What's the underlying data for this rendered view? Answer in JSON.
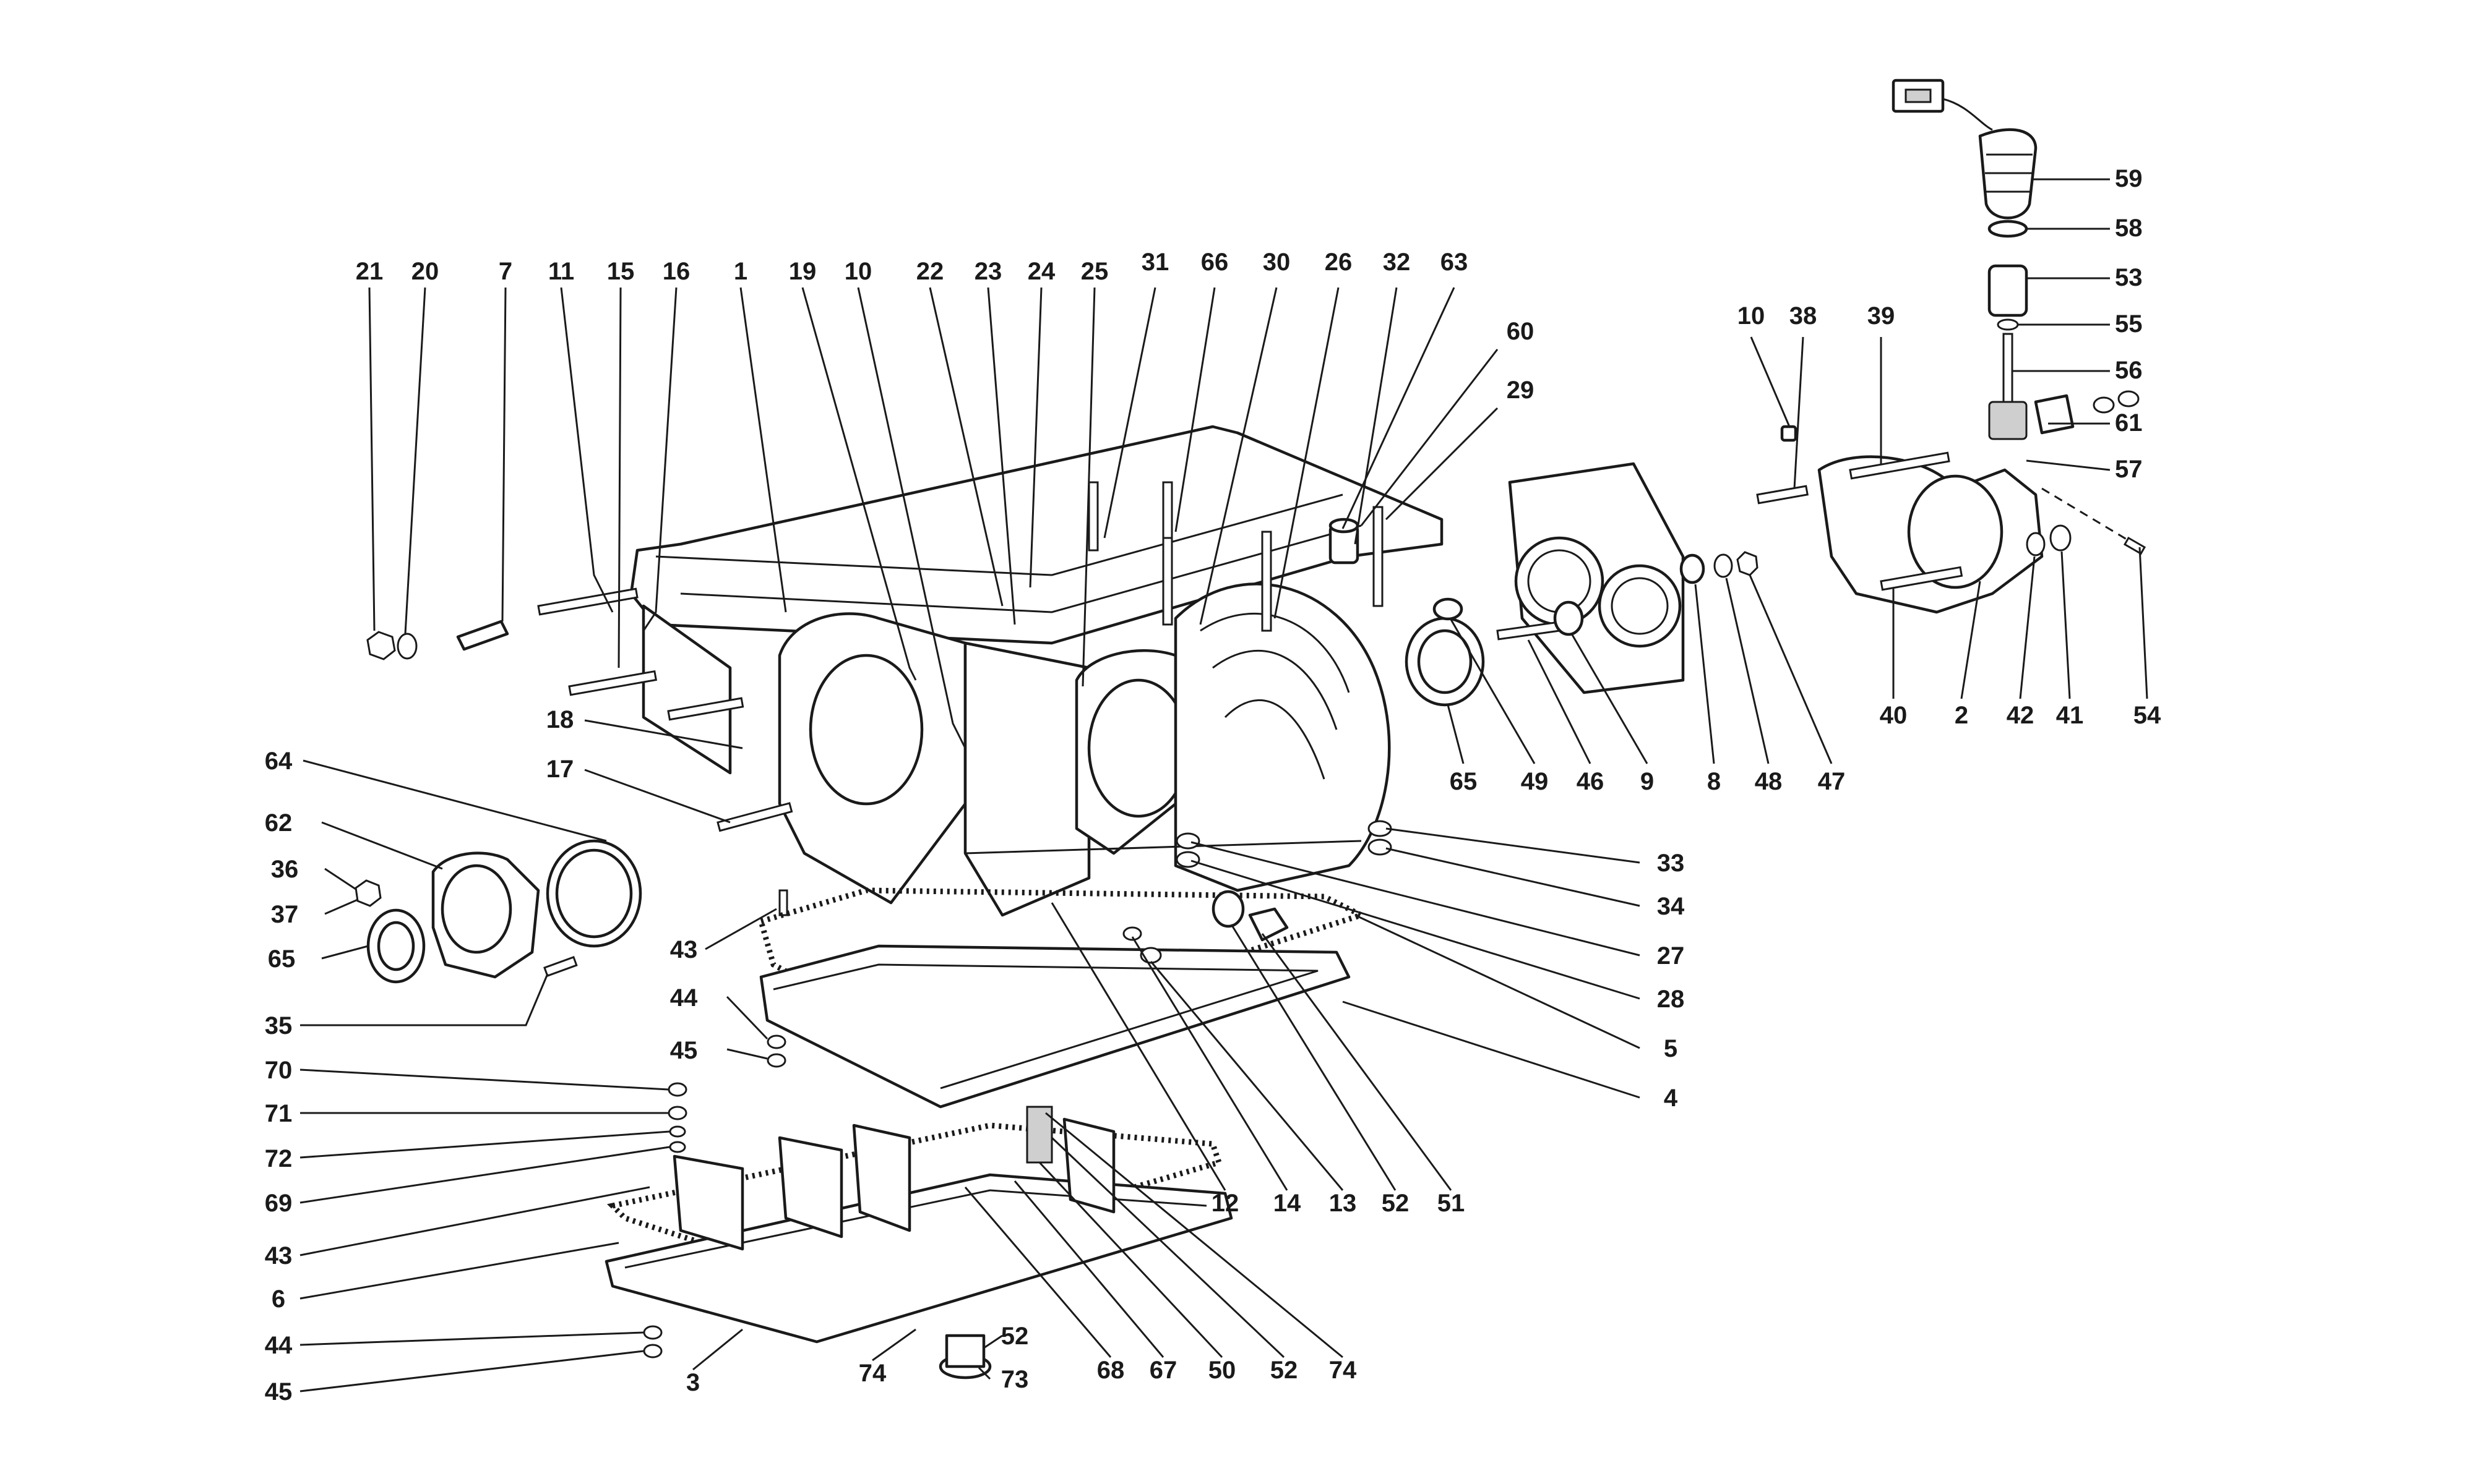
{
  "labels": [
    "21",
    "20",
    "7",
    "11",
    "15",
    "16",
    "1",
    "19",
    "10",
    "22",
    "23",
    "24",
    "25",
    "31",
    "66",
    "30",
    "26",
    "32",
    "63",
    "60",
    "29",
    "10",
    "38",
    "39",
    "59",
    "58",
    "53",
    "55",
    "56",
    "61",
    "57",
    "40",
    "2",
    "42",
    "41",
    "54",
    "8",
    "48",
    "47",
    "65",
    "49",
    "46",
    "9",
    "18",
    "17",
    "64",
    "62",
    "36",
    "37",
    "65",
    "35",
    "43",
    "44",
    "45",
    "70",
    "71",
    "72",
    "69",
    "43",
    "6",
    "44",
    "45",
    "3",
    "74",
    "73",
    "52",
    "68",
    "67",
    "50",
    "52",
    "74",
    "12",
    "14",
    "13",
    "52",
    "51",
    "33",
    "34",
    "27",
    "28",
    "5",
    "4"
  ]
}
